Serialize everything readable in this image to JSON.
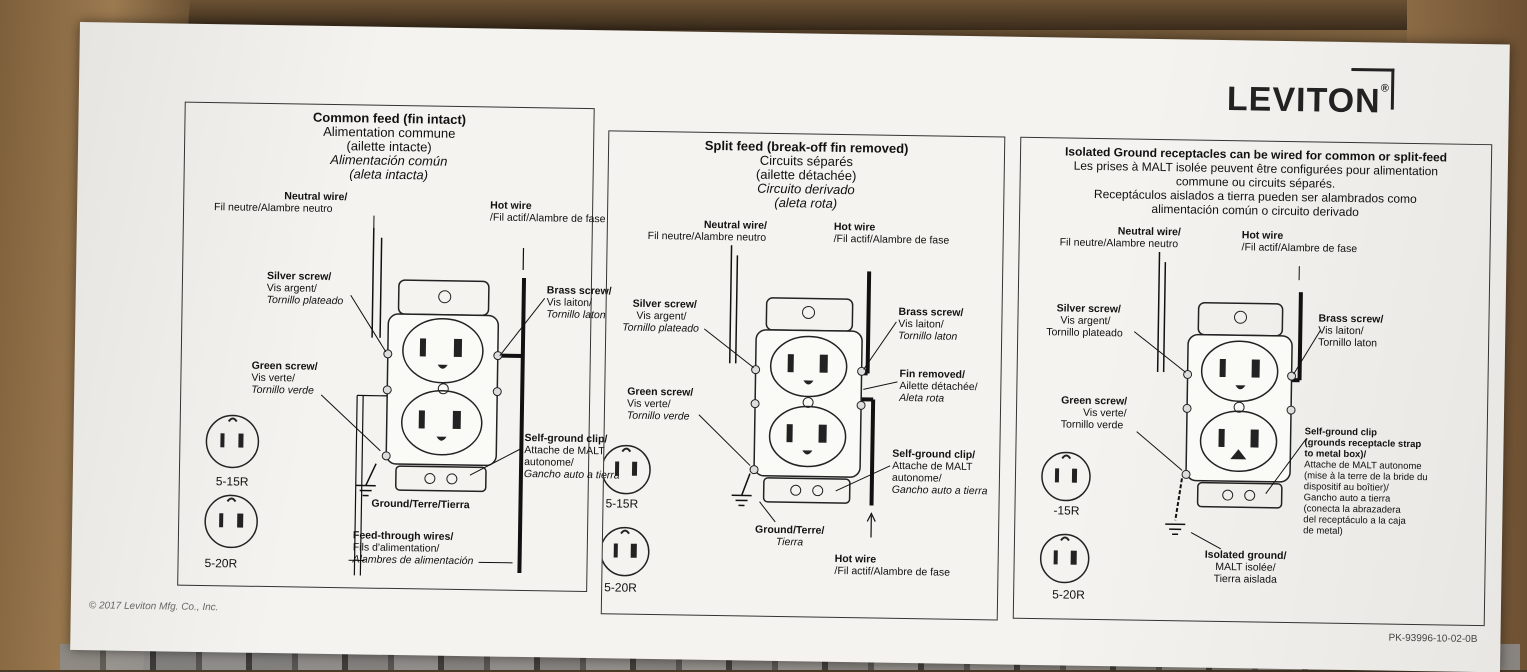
{
  "brand": {
    "logo_text": "LEVITON",
    "logo_mark": "®"
  },
  "panels": {
    "common": {
      "title": "Common feed (fin intact)",
      "title_fr1": "Alimentation commune",
      "title_fr2": "(ailette intacte)",
      "title_es1": "Alimentación común",
      "title_es2": "(aleta intacta)",
      "neutral_title": "Neutral wire/",
      "neutral_sub": "Fil neutre/Alambre neutro",
      "hot_title": "Hot wire",
      "hot_sub": "/Fil actif/Alambre de fase",
      "silver_title": "Silver screw/",
      "silver_fr": "Vis argent/",
      "silver_es": "Tornillo plateado",
      "brass_title": "Brass screw/",
      "brass_fr": "Vis laiton/",
      "brass_es": "Tornillo laton",
      "green_title": "Green screw/",
      "green_fr": "Vis verte/",
      "green_es": "Tornillo verde",
      "clip_title": "Self-ground clip/",
      "clip_fr1": "Attache de MALT",
      "clip_fr2": "autonome/",
      "clip_es": "Gancho auto a tierra",
      "ground": "Ground/Terre/Tierra",
      "feed_title": "Feed-through wires/",
      "feed_fr": "Fils d'alimentation/",
      "feed_es": "Alambres de alimentación",
      "r15": "5-15R",
      "r20": "5-20R"
    },
    "split": {
      "title": "Split feed (break-off fin removed)",
      "title_fr1": "Circuits séparés",
      "title_fr2": "(ailette détachée)",
      "title_es1": "Circuito derivado",
      "title_es2": "(aleta rota)",
      "neutral_title": "Neutral wire/",
      "neutral_sub": "Fil neutre/Alambre neutro",
      "hot_title": "Hot wire",
      "hot_sub": "/Fil actif/Alambre de fase",
      "silver_title": "Silver screw/",
      "silver_fr": "Vis argent/",
      "silver_es": "Tornillo plateado",
      "brass_title": "Brass screw/",
      "brass_fr": "Vis laiton/",
      "brass_es": "Tornillo laton",
      "fin_title": "Fin removed/",
      "fin_fr": "Ailette détachée/",
      "fin_es": "Aleta rota",
      "green_title": "Green screw/",
      "green_fr": "Vis verte/",
      "green_es": "Tornillo verde",
      "clip_title": "Self-ground clip/",
      "clip_fr1": "Attache de MALT",
      "clip_fr2": "autonome/",
      "clip_es": "Gancho auto a tierra",
      "ground_title": "Ground/Terre/",
      "ground_es": "Tierra",
      "hot_bottom_title": "Hot wire",
      "hot_bottom_sub": "/Fil actif/Alambre de fase",
      "r15": "5-15R",
      "r20": "5-20R"
    },
    "isolated": {
      "title": "Isolated Ground receptacles can be wired for common or split-feed",
      "fr1": "Les prises à MALT isolée peuvent être configurées pour alimentation",
      "fr2": "commune ou circuits séparés.",
      "es1": "Receptáculos aislados a tierra pueden ser alambrados como",
      "es2": "alimentación común o circuito derivado",
      "neutral_title": "Neutral wire/",
      "neutral_sub": "Fil neutre/Alambre neutro",
      "hot_title": "Hot wire",
      "hot_sub": "/Fil actif/Alambre de fase",
      "silver_title": "Silver screw/",
      "silver_fr": "Vis argent/",
      "silver_es": "Tornillo plateado",
      "brass_title": "Brass screw/",
      "brass_fr": "Vis laiton/",
      "brass_es": "Tornillo laton",
      "green_title": "Green screw/",
      "green_fr": "Vis verte/",
      "green_es": "Tornillo verde",
      "clip_title1": "Self-ground clip",
      "clip_title2": "(grounds receptacle strap",
      "clip_title3": "to metal box)/",
      "clip_fr1": "Attache de MALT autonome",
      "clip_fr2": "(mise à la terre de la bride du",
      "clip_fr3": "dispositif au boîtier)/",
      "clip_es1": "Gancho auto a tierra",
      "clip_es2": "(conecta la abrazadera",
      "clip_es3": "del receptáculo a la caja",
      "clip_es4": "de metal)",
      "iso_title": "Isolated ground/",
      "iso_fr": "MALT isolée/",
      "iso_es": "Tierra aislada",
      "r15": "-15R",
      "r20": "5-20R"
    }
  },
  "footer": {
    "copyright": "© 2017 Leviton Mfg. Co., Inc.",
    "part_number": "PK-93996-10-02-0B"
  }
}
